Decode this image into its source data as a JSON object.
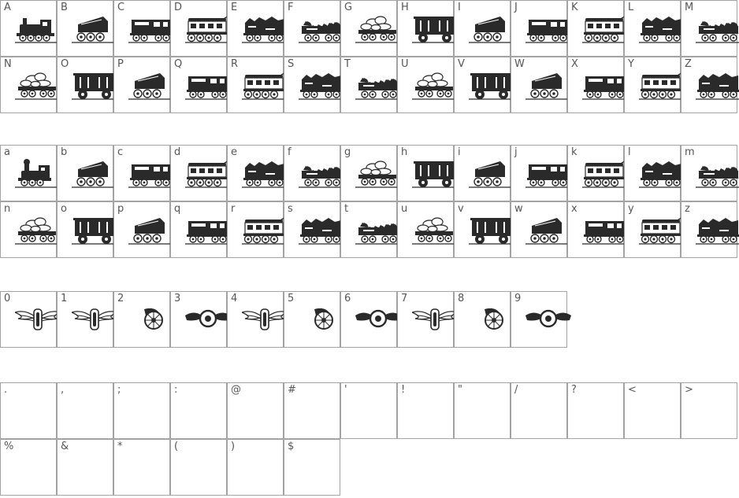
{
  "sections": [
    {
      "name": "uppercase",
      "rows": [
        [
          {
            "label": "A",
            "glyph": "locomotive"
          },
          {
            "label": "B",
            "glyph": "tender-car"
          },
          {
            "label": "C",
            "glyph": "mail-car"
          },
          {
            "label": "D",
            "glyph": "passenger-car"
          },
          {
            "label": "E",
            "glyph": "coal-wagon"
          },
          {
            "label": "F",
            "glyph": "flat-wagon"
          },
          {
            "label": "G",
            "glyph": "rock-wagon"
          },
          {
            "label": "H",
            "glyph": "box-car"
          },
          {
            "label": "I",
            "glyph": "tender-car"
          },
          {
            "label": "J",
            "glyph": "mail-car"
          },
          {
            "label": "K",
            "glyph": "passenger-car"
          },
          {
            "label": "L",
            "glyph": "coal-wagon"
          },
          {
            "label": "M",
            "glyph": "flat-wagon"
          }
        ],
        [
          {
            "label": "N",
            "glyph": "rock-wagon"
          },
          {
            "label": "O",
            "glyph": "box-car"
          },
          {
            "label": "P",
            "glyph": "tender-car"
          },
          {
            "label": "Q",
            "glyph": "mail-car"
          },
          {
            "label": "R",
            "glyph": "passenger-car"
          },
          {
            "label": "S",
            "glyph": "coal-wagon"
          },
          {
            "label": "T",
            "glyph": "flat-wagon"
          },
          {
            "label": "U",
            "glyph": "rock-wagon"
          },
          {
            "label": "V",
            "glyph": "box-car"
          },
          {
            "label": "W",
            "glyph": "tender-car"
          },
          {
            "label": "X",
            "glyph": "mail-car"
          },
          {
            "label": "Y",
            "glyph": "passenger-car"
          },
          {
            "label": "Z",
            "glyph": "coal-wagon"
          }
        ]
      ]
    },
    {
      "name": "lowercase",
      "rows": [
        [
          {
            "label": "a",
            "glyph": "locomotive-small"
          },
          {
            "label": "b",
            "glyph": "tender-car"
          },
          {
            "label": "c",
            "glyph": "mail-car"
          },
          {
            "label": "d",
            "glyph": "passenger-car"
          },
          {
            "label": "e",
            "glyph": "coal-wagon"
          },
          {
            "label": "f",
            "glyph": "flat-wagon"
          },
          {
            "label": "g",
            "glyph": "rock-wagon"
          },
          {
            "label": "h",
            "glyph": "box-car"
          },
          {
            "label": "i",
            "glyph": "tender-car"
          },
          {
            "label": "j",
            "glyph": "mail-car"
          },
          {
            "label": "k",
            "glyph": "passenger-car"
          },
          {
            "label": "l",
            "glyph": "coal-wagon"
          },
          {
            "label": "m",
            "glyph": "flat-wagon"
          }
        ],
        [
          {
            "label": "n",
            "glyph": "rock-wagon"
          },
          {
            "label": "o",
            "glyph": "box-car"
          },
          {
            "label": "p",
            "glyph": "tender-car"
          },
          {
            "label": "q",
            "glyph": "mail-car"
          },
          {
            "label": "r",
            "glyph": "passenger-car"
          },
          {
            "label": "s",
            "glyph": "coal-wagon"
          },
          {
            "label": "t",
            "glyph": "flat-wagon"
          },
          {
            "label": "u",
            "glyph": "rock-wagon"
          },
          {
            "label": "v",
            "glyph": "box-car"
          },
          {
            "label": "w",
            "glyph": "tender-car"
          },
          {
            "label": "x",
            "glyph": "mail-car"
          },
          {
            "label": "y",
            "glyph": "passenger-car"
          },
          {
            "label": "z",
            "glyph": "coal-wagon"
          }
        ]
      ]
    },
    {
      "name": "digits",
      "rows": [
        [
          {
            "label": "0",
            "glyph": "winged-wheel-front"
          },
          {
            "label": "1",
            "glyph": "winged-wheel-front"
          },
          {
            "label": "2",
            "glyph": "winged-wheel-side"
          },
          {
            "label": "3",
            "glyph": "winged-wheel-dark"
          },
          {
            "label": "4",
            "glyph": "winged-wheel-front"
          },
          {
            "label": "5",
            "glyph": "winged-wheel-side"
          },
          {
            "label": "6",
            "glyph": "winged-wheel-dark"
          },
          {
            "label": "7",
            "glyph": "winged-wheel-front"
          },
          {
            "label": "8",
            "glyph": "winged-wheel-side"
          },
          {
            "label": "9",
            "glyph": "winged-wheel-dark"
          }
        ]
      ]
    },
    {
      "name": "punctuation",
      "rows": [
        [
          {
            "label": ".",
            "glyph": ""
          },
          {
            "label": ",",
            "glyph": ""
          },
          {
            "label": ";",
            "glyph": ""
          },
          {
            "label": ":",
            "glyph": ""
          },
          {
            "label": "@",
            "glyph": ""
          },
          {
            "label": "#",
            "glyph": ""
          },
          {
            "label": "'",
            "glyph": ""
          },
          {
            "label": "!",
            "glyph": ""
          },
          {
            "label": "\"",
            "glyph": ""
          },
          {
            "label": "/",
            "glyph": ""
          },
          {
            "label": "?",
            "glyph": ""
          },
          {
            "label": "<",
            "glyph": ""
          },
          {
            "label": ">",
            "glyph": ""
          }
        ],
        [
          {
            "label": "%",
            "glyph": ""
          },
          {
            "label": "&",
            "glyph": ""
          },
          {
            "label": "*",
            "glyph": ""
          },
          {
            "label": "(",
            "glyph": ""
          },
          {
            "label": ")",
            "glyph": ""
          },
          {
            "label": "$",
            "glyph": ""
          }
        ]
      ]
    }
  ],
  "colors": {
    "border": "#a3a3a3",
    "ink": "#2a2a2a",
    "label": "#555555",
    "background": "#ffffff"
  }
}
